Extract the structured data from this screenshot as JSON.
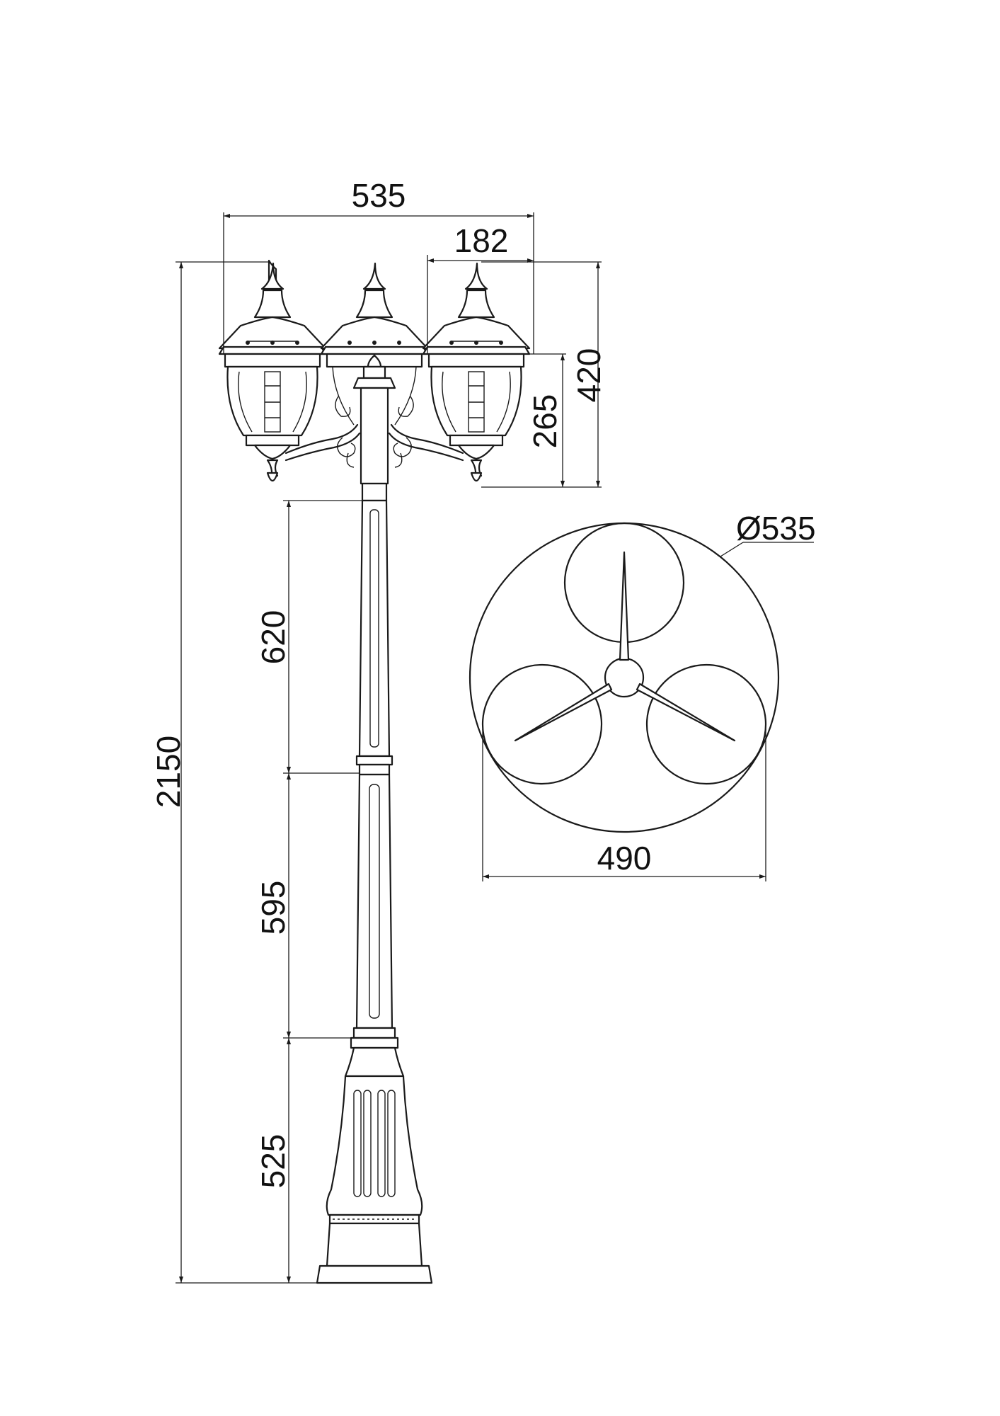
{
  "dimensions": {
    "overall_width": "535",
    "lantern_width": "182",
    "head_height": "420",
    "lantern_height": "265",
    "total_height": "2150",
    "upper_pole_height": "620",
    "middle_pole_height": "595",
    "base_height": "525",
    "top_diameter": "Ø535",
    "lantern_span": "490"
  }
}
